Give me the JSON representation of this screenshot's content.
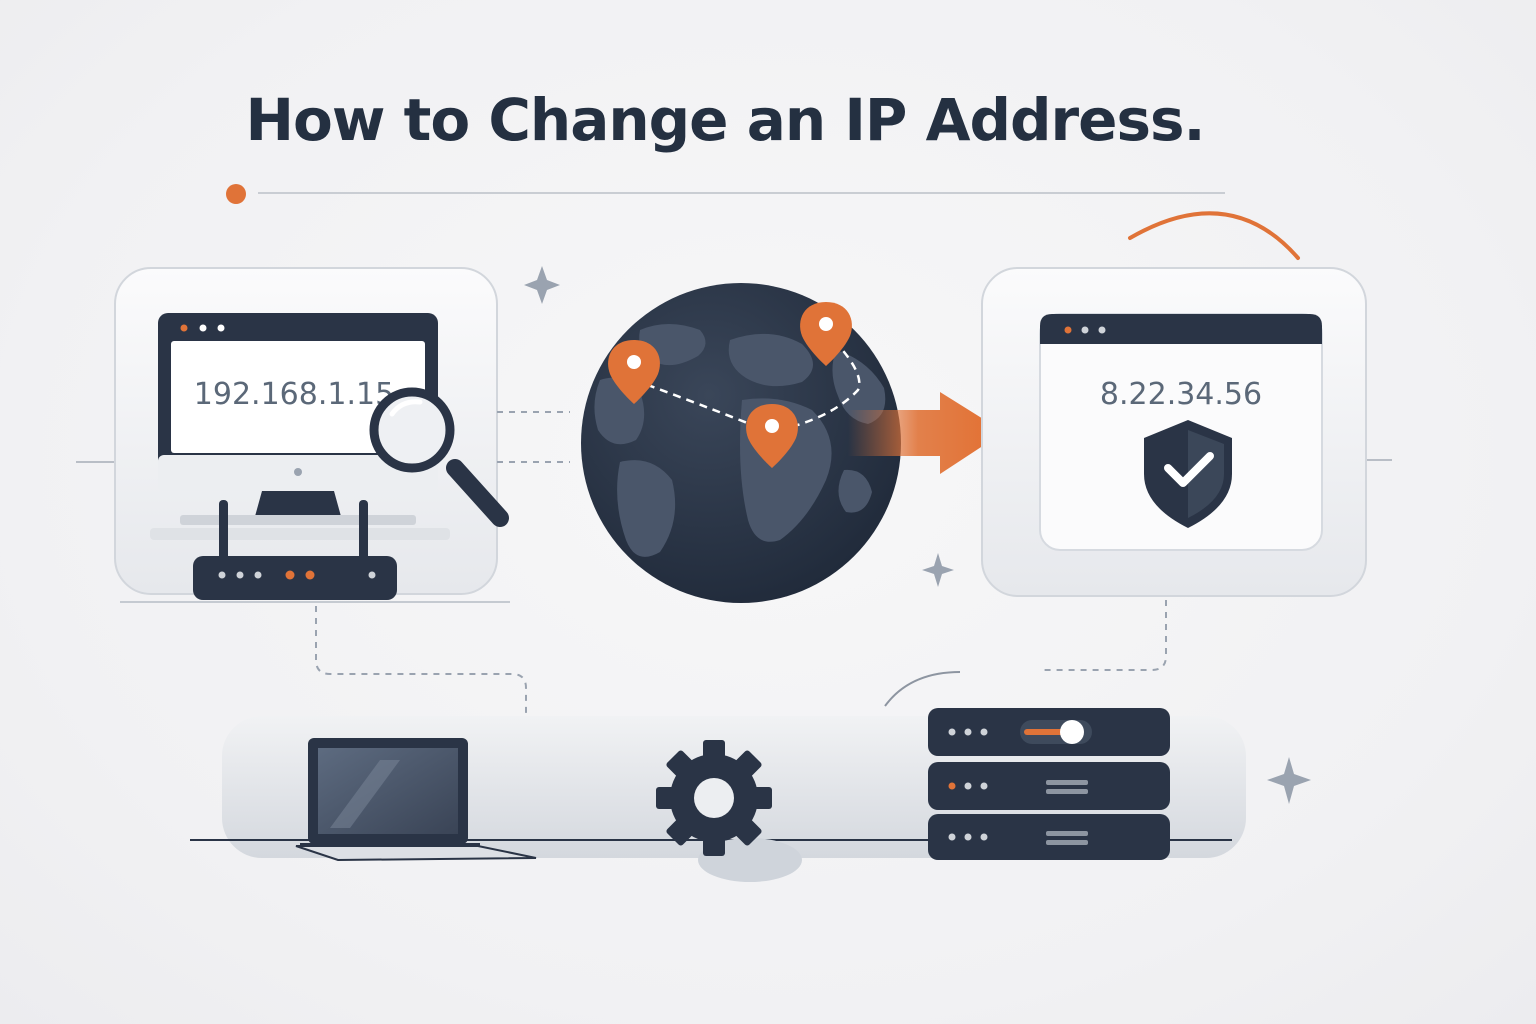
{
  "title": "How to Change an IP Address.",
  "left_panel": {
    "ip": "192.168.1.15"
  },
  "right_panel": {
    "ip": "8.22.34.56"
  },
  "colors": {
    "navy": "#2a3446",
    "accent": "#e07338",
    "line": "#b7bdc6",
    "card": "#f7f7f9"
  },
  "icons": {
    "monitor": "desktop-monitor-icon",
    "magnifier": "magnifier-icon",
    "router": "router-icon",
    "globe": "globe-icon",
    "pins": "location-pin-icon",
    "arrow": "arrow-right-icon",
    "browser": "browser-window-icon",
    "shield": "shield-check-icon",
    "laptop": "laptop-icon",
    "gear": "gear-icon",
    "server": "server-rack-icon",
    "sparkle": "sparkle-icon"
  }
}
